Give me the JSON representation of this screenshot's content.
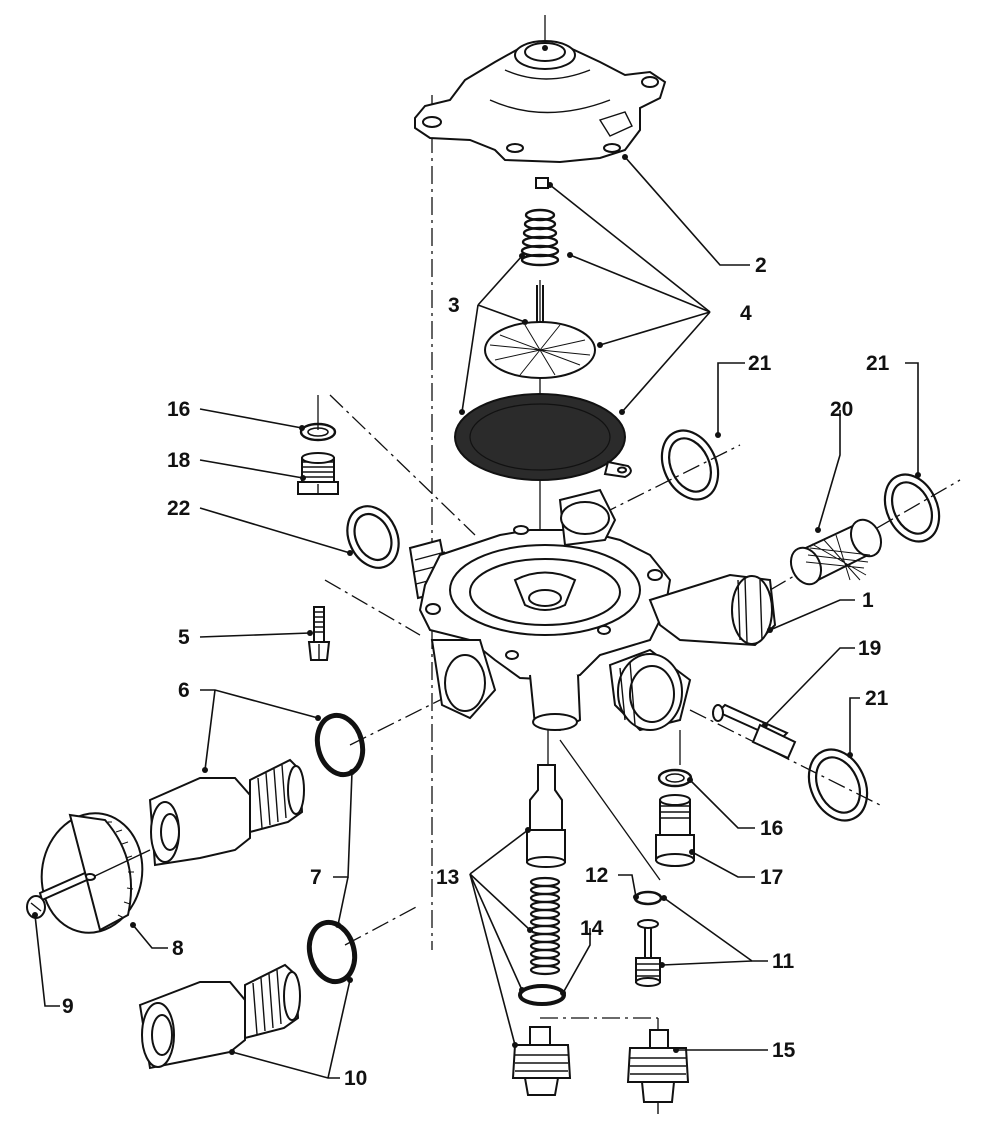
{
  "diagram": {
    "callouts": [
      {
        "id": "c2",
        "text": "2"
      },
      {
        "id": "c3",
        "text": "3"
      },
      {
        "id": "c4",
        "text": "4"
      },
      {
        "id": "c21a",
        "text": "21"
      },
      {
        "id": "c21b",
        "text": "21"
      },
      {
        "id": "c20",
        "text": "20"
      },
      {
        "id": "c16a",
        "text": "16"
      },
      {
        "id": "c18",
        "text": "18"
      },
      {
        "id": "c22",
        "text": "22"
      },
      {
        "id": "c5",
        "text": "5"
      },
      {
        "id": "c1",
        "text": "1"
      },
      {
        "id": "c19",
        "text": "19"
      },
      {
        "id": "c6",
        "text": "6"
      },
      {
        "id": "c21c",
        "text": "21"
      },
      {
        "id": "c16b",
        "text": "16"
      },
      {
        "id": "c17",
        "text": "17"
      },
      {
        "id": "c7",
        "text": "7"
      },
      {
        "id": "c13",
        "text": "13"
      },
      {
        "id": "c12",
        "text": "12"
      },
      {
        "id": "c14",
        "text": "14"
      },
      {
        "id": "c8",
        "text": "8"
      },
      {
        "id": "c11",
        "text": "11"
      },
      {
        "id": "c9",
        "text": "9"
      },
      {
        "id": "c15",
        "text": "15"
      },
      {
        "id": "c10",
        "text": "10"
      }
    ]
  }
}
